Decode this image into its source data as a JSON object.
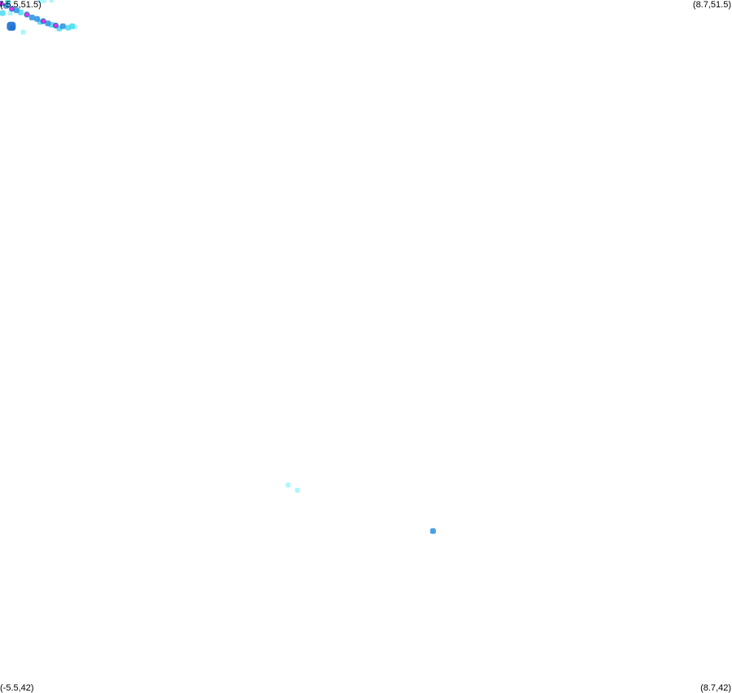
{
  "map": {
    "corners": {
      "top_left": "(-5.5,51.5)",
      "top_right": "(8.7,51.5)",
      "bottom_left": "(-5.5,42)",
      "bottom_right": "(8.7,42)"
    },
    "bounds": {
      "lon_min": -5.5,
      "lon_max": 8.7,
      "lat_min": 42,
      "lat_max": 51.5
    },
    "colors": {
      "background": "#ffffff",
      "light_cyan": "#9ff5fb",
      "cyan": "#3dd8f0",
      "blue": "#2a8fe0",
      "deep_blue": "#1e6fd0",
      "magenta": "#e020e0"
    },
    "points": [
      {
        "lon": -5.48,
        "lat": 51.45,
        "level": "magenta"
      },
      {
        "lon": -5.38,
        "lat": 51.42,
        "level": "blue"
      },
      {
        "lon": -5.27,
        "lat": 51.38,
        "level": "magenta"
      },
      {
        "lon": -5.18,
        "lat": 51.36,
        "level": "blue"
      },
      {
        "lon": -5.1,
        "lat": 51.33,
        "level": "cyan"
      },
      {
        "lon": -4.98,
        "lat": 51.3,
        "level": "magenta"
      },
      {
        "lon": -4.88,
        "lat": 51.26,
        "level": "blue"
      },
      {
        "lon": -4.78,
        "lat": 51.24,
        "level": "blue"
      },
      {
        "lon": -4.66,
        "lat": 51.21,
        "level": "magenta"
      },
      {
        "lon": -4.57,
        "lat": 51.18,
        "level": "blue"
      },
      {
        "lon": -4.42,
        "lat": 51.15,
        "level": "magenta"
      },
      {
        "lon": -4.28,
        "lat": 51.14,
        "level": "blue"
      },
      {
        "lon": -4.1,
        "lat": 51.14,
        "level": "cyan"
      },
      {
        "lon": -4.05,
        "lat": 51.13,
        "level": "light_cyan"
      },
      {
        "lon": -4.18,
        "lat": 51.12,
        "level": "cyan"
      },
      {
        "lon": -4.35,
        "lat": 51.11,
        "level": "cyan"
      },
      {
        "lon": -4.5,
        "lat": 51.16,
        "level": "cyan"
      },
      {
        "lon": -4.72,
        "lat": 51.2,
        "level": "cyan"
      },
      {
        "lon": -5.28,
        "lat": 51.14,
        "level": "deep_blue"
      },
      {
        "lon": -5.26,
        "lat": 51.12,
        "level": "blue"
      },
      {
        "lon": -5.35,
        "lat": 51.47,
        "level": "cyan"
      },
      {
        "lon": -5.45,
        "lat": 51.32,
        "level": "cyan"
      },
      {
        "lon": -5.3,
        "lat": 51.32,
        "level": "light_cyan"
      },
      {
        "lon": -5.05,
        "lat": 51.06,
        "level": "light_cyan"
      },
      {
        "lon": -4.73,
        "lat": 51.49,
        "level": "light_cyan"
      },
      {
        "lon": -4.65,
        "lat": 51.49,
        "level": "light_cyan"
      },
      {
        "lon": -4.5,
        "lat": 51.5,
        "level": "light_cyan"
      },
      {
        "lon": 0.09,
        "lat": 44.85,
        "level": "light_cyan"
      },
      {
        "lon": 0.27,
        "lat": 44.78,
        "level": "light_cyan"
      },
      {
        "lon": 2.9,
        "lat": 44.22,
        "level": "blue"
      }
    ]
  }
}
